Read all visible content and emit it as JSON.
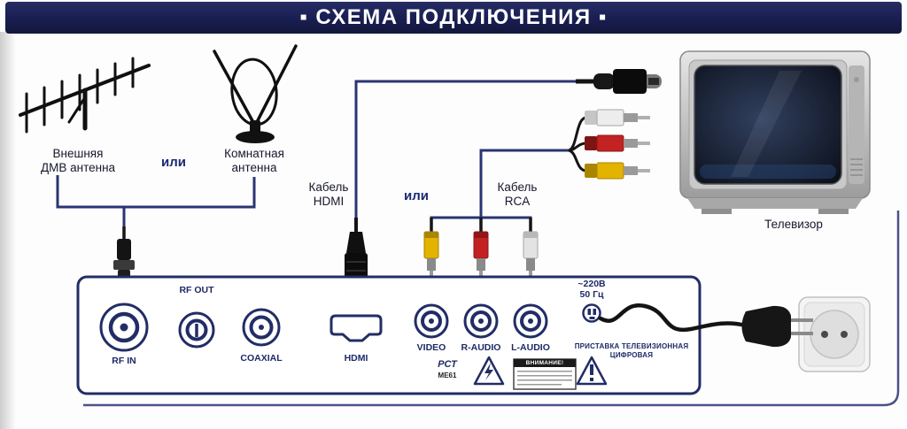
{
  "title": "▪ СХЕМА ПОДКЛЮЧЕНИЯ ▪",
  "sources": {
    "external_antenna_line1": "Внешняя",
    "external_antenna_line2": "ДМВ антенна",
    "or_left": "или",
    "indoor_antenna_line1": "Комнатная",
    "indoor_antenna_line2": "антенна"
  },
  "cables": {
    "hdmi_line1": "Кабель",
    "hdmi_line2": "HDMI",
    "or_mid": "или",
    "rca_line1": "Кабель",
    "rca_line2": "RCA"
  },
  "tv_label": "Телевизор",
  "panel": {
    "rf_out": "RF OUT",
    "rf_in": "RF IN",
    "coaxial": "COAXIAL",
    "hdmi": "HDMI",
    "video": "VIDEO",
    "r_audio": "R-AUDIO",
    "l_audio": "L-AUDIO",
    "power_line1": "~220В",
    "power_line2": "50 Гц",
    "device_line1": "ПРИСТАВКА ТЕЛЕВИЗИОННАЯ",
    "device_line2": "ЦИФРОВАЯ"
  },
  "marks": {
    "rst": "РСТ",
    "cert_code": "ME61",
    "warning_header": "ВНИМАНИЕ!"
  },
  "colors": {
    "banner_navy": "#181d50",
    "line_navy": "#2a3473",
    "panel_navy": "#222d66",
    "rca_yellow": "#e3b300",
    "rca_red": "#c32222",
    "rca_white": "#e3e3e3",
    "tv_silver": "#bdbdbd"
  }
}
